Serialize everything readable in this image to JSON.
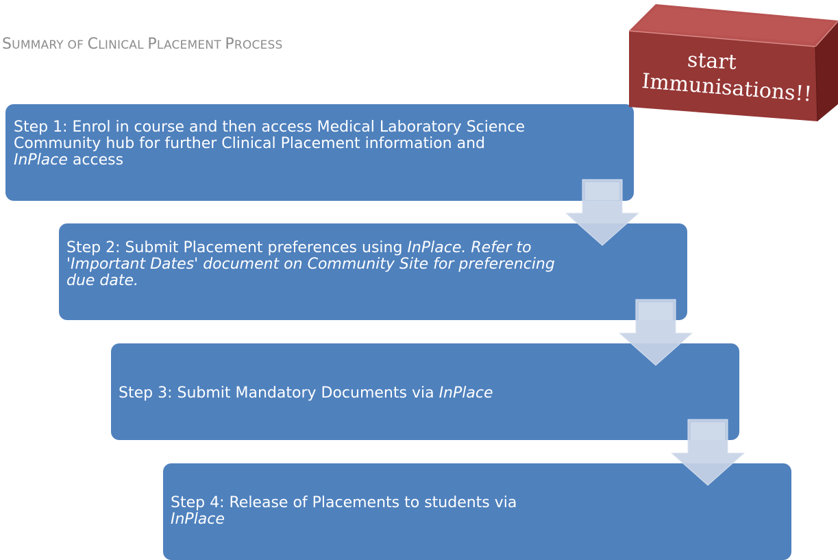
{
  "title": {
    "first_cap": "S",
    "first_rest": "UMMARY OF ",
    "second_cap": "C",
    "second_rest": "LINICAL ",
    "third_cap": "P",
    "third_rest": "LACEMENT ",
    "fourth_cap": "P",
    "fourth_rest": "ROCESS"
  },
  "steps": [
    {
      "line1": "Step 1: Enrol in course and then access Medical Laboratory Science Community hub for further Clinical Placement information and ",
      "italic": "InPlace",
      "tail": " access"
    },
    {
      "line1": "Step 2: Submit Placement preferences using ",
      "italic": "InPlace. Refer to 'Important Dates' document on Community Site for preferencing due date.",
      "tail": ""
    },
    {
      "line1": "Step 3: Submit Mandatory Documents via ",
      "italic": "InPlace",
      "tail": ""
    },
    {
      "line1": "Step 4: Release of Placements to students via ",
      "italic": "InPlace",
      "tail": ""
    }
  ],
  "reminder_box": {
    "line1": "start",
    "line2": "Immunisations!!"
  },
  "colors": {
    "step_fill": "#4f81bd",
    "arrow_fill": "#c7d2e6",
    "box_front": "#953735",
    "title": "#8c8c8c"
  }
}
